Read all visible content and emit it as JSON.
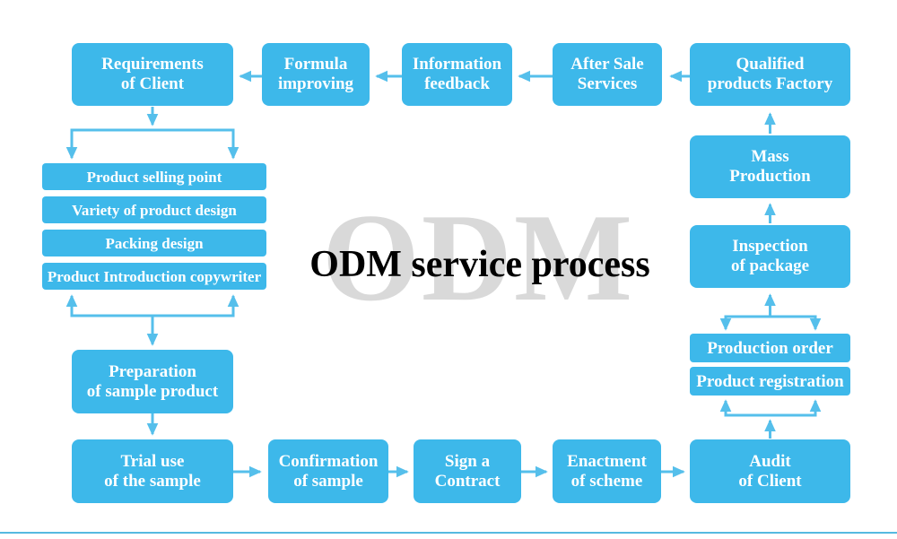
{
  "title": "ODM service process",
  "watermark": "ODM",
  "colors": {
    "box": "#3db8ea",
    "arrow": "#55bfeb",
    "watermark": "#d9d9d9",
    "divider": "#55b9e0",
    "box_text": "#ffffff",
    "title_text": "#000000"
  },
  "nodes": {
    "requirements_of_client": "Requirements\nof Client",
    "formula_improving": "Formula\nimproving",
    "information_feedback": "Information\nfeedback",
    "after_sale_services": "After Sale\nServices",
    "qualified_products_factory": "Qualified\nproducts Factory",
    "mass_production": "Mass\nProduction",
    "inspection_of_package": "Inspection\nof package",
    "production_order": "Production order",
    "product_registration": "Product registration",
    "audit_of_client": "Audit\nof Client",
    "enactment_of_scheme": "Enactment\nof scheme",
    "sign_a_contract": "Sign a\nContract",
    "confirmation_of_sample": "Confirmation\nof sample",
    "trial_use_of_the_sample": "Trial use\nof the sample",
    "preparation_of_sample_product": "Preparation\nof sample product",
    "product_selling_point": "Product selling point",
    "variety_of_product_design": "Variety of product design",
    "packing_design": "Packing design",
    "product_introduction_copywriter": "Product Introduction copywriter"
  }
}
